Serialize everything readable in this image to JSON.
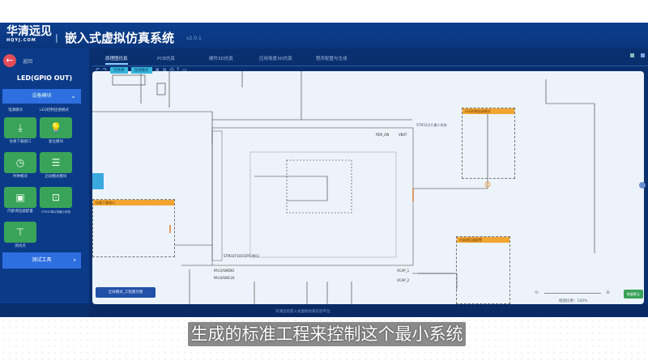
{
  "header": {
    "logo": "华清远见",
    "logo_sub": "HQYJ.COM",
    "title": "嵌入式虚拟仿真系统",
    "version": "v2.0.1"
  },
  "sidebar": {
    "back_label": "返回",
    "device_name": "LED(GPIO OUT)",
    "dropdown_label": "设备模块",
    "sub_labels": [
      "电源模块",
      "LED控制连接模式"
    ],
    "tiles": [
      {
        "icon": "download-icon",
        "label": "仿真下载接口"
      },
      {
        "icon": "bulb-icon",
        "label": "复位模块"
      },
      {
        "icon": "clock-icon",
        "label": "时钟模块"
      },
      {
        "icon": "sliders-icon",
        "label": "启动模式模块"
      },
      {
        "icon": "board-icon",
        "label": "内部调压器配置"
      },
      {
        "icon": "chip-icon",
        "label": "STM32单片机最小系统"
      },
      {
        "icon": "probe-icon",
        "label": "测试点"
      }
    ],
    "test_tool_label": "测试工具"
  },
  "tabs": [
    {
      "label": "原理图仿真",
      "active": true
    },
    {
      "label": "PCB仿真",
      "active": false
    },
    {
      "label": "硬件3D仿真",
      "active": false
    },
    {
      "label": "应用场景3D仿真",
      "active": false
    },
    {
      "label": "程序配置与生成",
      "active": false
    }
  ],
  "toolbar": {
    "buttons": [
      "元件库",
      "连线模式"
    ]
  },
  "schematic": {
    "chip_label": "STM32F103C8T6 MCU",
    "led_panel_title": "LED控制连接模式",
    "left_panel_title": "仿真下载接口",
    "right_bottom_title": "内部调压器配置",
    "pins_left": [
      "PA13/SWDIO",
      "PA14/SWCLK"
    ],
    "pins_right": [
      "VCAP_1",
      "VCAP_2"
    ],
    "power_label": "PDR_ON",
    "vbat_label": "VBAT",
    "note": "STM32芯片最小系统"
  },
  "global_button_label": "全局模式_工程图示图",
  "zoom": {
    "label": "缩放比例：",
    "value": "100%",
    "button": "恢复默认"
  },
  "bottom_text": "华清远见嵌入式虚拟仿真实验平台",
  "subtitle": "生成的标准工程来控制这个最小系统"
}
